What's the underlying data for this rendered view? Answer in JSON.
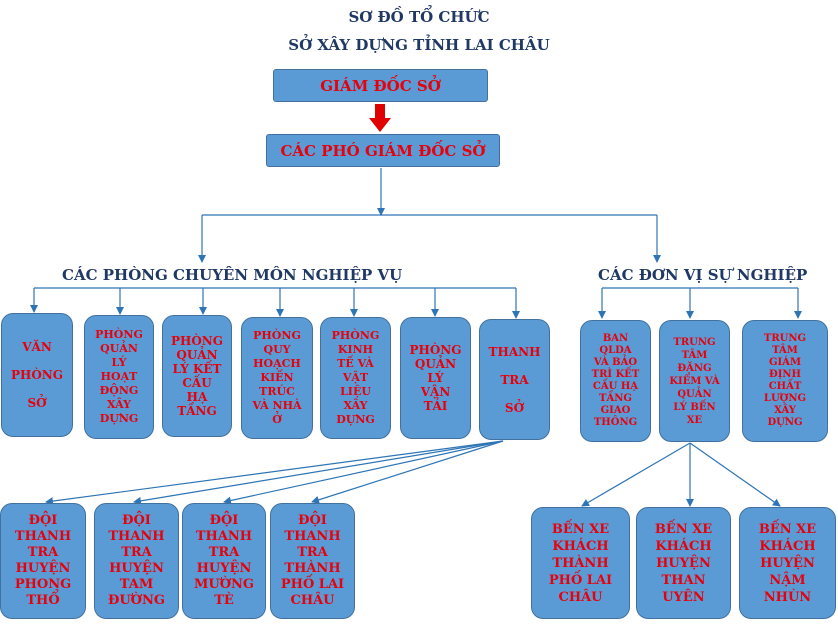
{
  "title": {
    "line1": "SƠ ĐỒ TỔ CHỨC",
    "line2": "SỞ XÂY DỰNG TỈNH LAI CHÂU"
  },
  "director": "GIÁM ĐỐC SỞ",
  "deputies": "CÁC PHÓ GIÁM ĐỐC SỞ",
  "branches": {
    "departments": "CÁC PHÒNG CHUYÊN MÔN NGHIỆP VỤ",
    "units": "CÁC ĐƠN VỊ SỰ NGHIỆP"
  },
  "departments": [
    "VĂN\n\nPHÒNG\n\nSỞ",
    "PHÒNG\nQUẢN\nLÝ\nHOẠT\nĐỘNG\nXÂY\nDỰNG",
    "PHÒNG\nQUẢN\nLÝ KẾT\nCẤU\nHẠ\nTẦNG",
    "PHÒNG\nQUY\nHOẠCH\nKIẾN\nTRÚC\nVÀ NHÀ\nỞ",
    "PHÒNG\nKINH\nTẾ VÀ\nVẬT\nLIỆU\nXÂY\nDỰNG",
    "PHÒNG\nQUẢN\nLÝ\nVẬN\nTẢI",
    "THANH\n\nTRA\n\nSỞ"
  ],
  "units": [
    "BAN\nQLDA\nVÀ BẢO\nTRÌ KẾT\nCẤU HẠ\nTẦNG\nGIAO\nTHÔNG",
    "TRUNG\nTÂM\nĐĂNG\nKIỂM VÀ\nQUẢN\nLÝ BẾN\nXE",
    "TRUNG\nTÂM\nGIÁM\nĐỊNH\nCHẤT\nLƯỢNG\nXÂY\nDỰNG"
  ],
  "inspection_teams": [
    "ĐỘI\nTHANH\nTRA\nHUYỆN\nPHONG\nTHỔ",
    "ĐỘI\nTHANH\nTRA\nHUYỆN\nTAM\nĐƯỜNG",
    "ĐỘI\nTHANH\nTRA\nHUYỆN\nMƯỜNG\nTÈ",
    "ĐỘI\nTHANH\nTRA\nTHÀNH\nPHỐ LAI\nCHÂU"
  ],
  "bus_stations": [
    "BẾN XE\nKHÁCH\nTHÀNH\nPHỐ LAI\nCHÂU",
    "BẾN XE\nKHÁCH\nHUYỆN\nTHAN\nUYÊN",
    "BẾN XE\nKHÁCH\nHUYỆN\nNẬM\nNHÙN"
  ],
  "colors": {
    "box_fill": "#5b9bd5",
    "box_border": "#41719c",
    "text": "#e8000b",
    "title": "#1f3864",
    "connector": "#2e75b6",
    "main_arrow": "#e00000"
  }
}
